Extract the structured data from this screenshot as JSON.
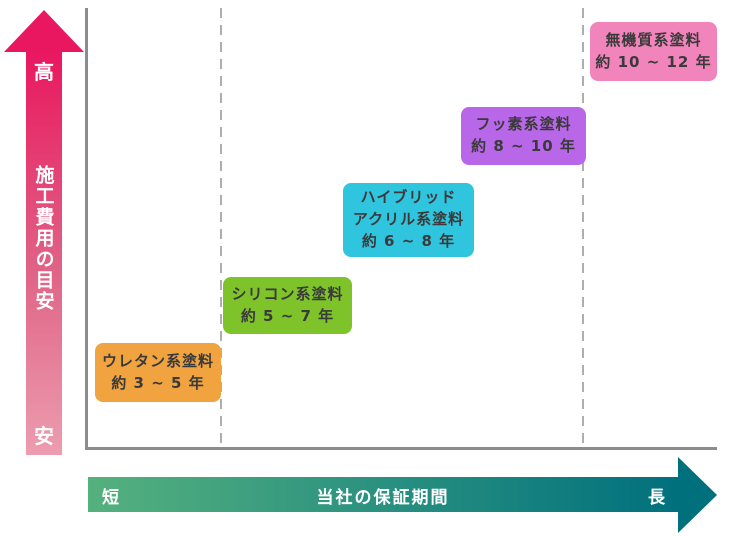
{
  "y_axis": {
    "top_label": "高",
    "axis_label": "施工費用の目安",
    "bottom_label": "安",
    "gradient_top": "#E9175F",
    "gradient_bottom": "#EC9DAF"
  },
  "x_axis": {
    "left_label": "短",
    "axis_label": "当社の保証期間",
    "right_label": "長",
    "gradient_left": "#55B17D",
    "gradient_right": "#00707D"
  },
  "boxes": [
    {
      "lines": [
        "ウレタン系塗料",
        "約 3 ~ 5 年"
      ],
      "color": "#F1A340"
    },
    {
      "lines": [
        "シリコン系塗料",
        "約 5 ~ 7 年"
      ],
      "color": "#7FC32A"
    },
    {
      "lines": [
        "ハイブリッド",
        "アクリル系塗料",
        "約 6 ~ 8 年"
      ],
      "color": "#2FC5DF"
    },
    {
      "lines": [
        "フッ素系塗料",
        "約 8 ~ 10 年"
      ],
      "color": "#B867E8"
    },
    {
      "lines": [
        "無機質系塗料",
        "約 10 ~ 12 年"
      ],
      "color": "#F284BC"
    }
  ],
  "guides": {
    "dashed_line_color": "#AEAEAE",
    "axis_line_color": "#8C8C8C"
  },
  "chart_data": {
    "type": "scatter",
    "title": "",
    "xlabel": "当社の保証期間",
    "x_direction_labels": {
      "low": "短",
      "high": "長"
    },
    "ylabel": "施工費用の目安",
    "y_direction_labels": {
      "low": "安",
      "high": "高"
    },
    "grid": "two vertical dashed reference lines",
    "legend": "none",
    "series": [
      {
        "name": "ウレタン系塗料",
        "duration_label": "約 3 ~ 5 年",
        "years_min": 3,
        "years_max": 5,
        "cost_rank": 1,
        "color": "#F1A340"
      },
      {
        "name": "シリコン系塗料",
        "duration_label": "約 5 ~ 7 年",
        "years_min": 5,
        "years_max": 7,
        "cost_rank": 2,
        "color": "#7FC32A"
      },
      {
        "name": "ハイブリッドアクリル系塗料",
        "duration_label": "約 6 ~ 8 年",
        "years_min": 6,
        "years_max": 8,
        "cost_rank": 3,
        "color": "#2FC5DF"
      },
      {
        "name": "フッ素系塗料",
        "duration_label": "約 8 ~ 10 年",
        "years_min": 8,
        "years_max": 10,
        "cost_rank": 4,
        "color": "#B867E8"
      },
      {
        "name": "無機質系塗料",
        "duration_label": "約 10 ~ 12 年",
        "years_min": 10,
        "years_max": 12,
        "cost_rank": 5,
        "color": "#F284BC"
      }
    ]
  }
}
